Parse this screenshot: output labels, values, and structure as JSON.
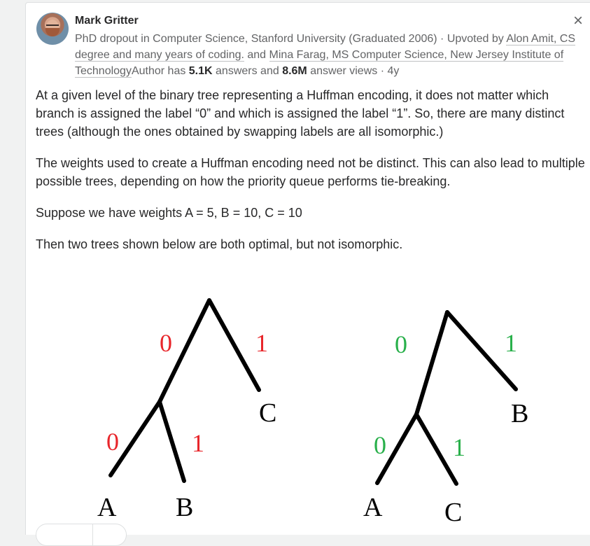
{
  "header": {
    "author_name": "Mark Gritter",
    "cred_intro": "PhD dropout in Computer Science, Stanford University (Graduated 2006) · Upvoted by",
    "upvoter1": "Alon Amit, CS degree and many years of coding.",
    "cred_and": " and ",
    "upvoter2": "Mina Farag, MS Computer Science, New Jersey Institute of Technology",
    "author_has": "Author has ",
    "answers_count": "5.1K",
    "answers_label": " answers and ",
    "views_count": "8.6M",
    "views_label": " answer views · 4y",
    "close_glyph": "×"
  },
  "body": {
    "p1": "At a given level of the binary tree representing a Huffman encoding, it does not matter which branch is assigned the label “0” and which is assigned the label “1”. So, there are many distinct trees (although the ones obtained by swapping labels are all isomorphic.)",
    "p2": "The weights used to create a Huffman encoding need not be distinct. This can also lead to multiple possible trees, depending on how the priority queue performs tie-breaking.",
    "p3": "Suppose we have weights A = 5, B = 10, C = 10",
    "p4": "Then two trees shown below are both optimal, but not isomorphic."
  },
  "figure": {
    "tree1": {
      "edge_color": "#e8262b",
      "labels": {
        "root_left": "0",
        "root_right": "1",
        "sub_left": "0",
        "sub_right": "1"
      },
      "leaves": {
        "left": "A",
        "mid": "B",
        "right": "C"
      }
    },
    "tree2": {
      "edge_color": "#29b04b",
      "labels": {
        "root_left": "0",
        "root_right": "1",
        "sub_left": "0",
        "sub_right": "1"
      },
      "leaves": {
        "left": "A",
        "mid": "C",
        "right": "B"
      }
    }
  }
}
